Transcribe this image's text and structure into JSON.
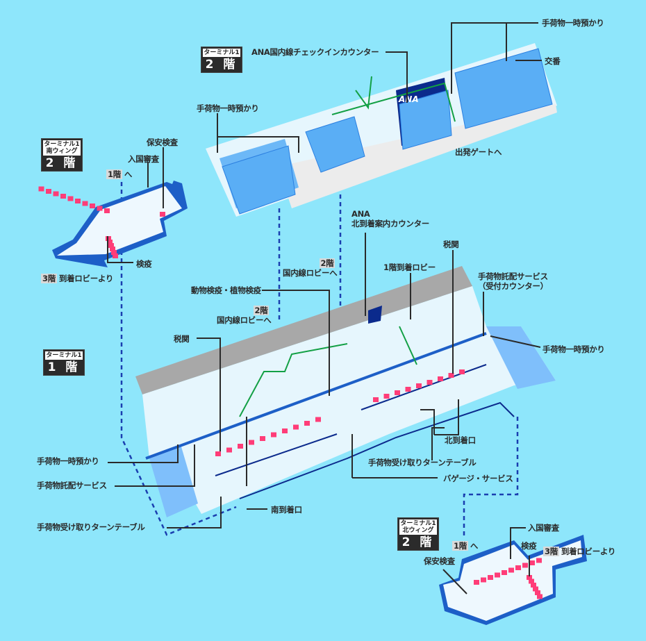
{
  "colors": {
    "background": "#8ee6fb",
    "floor": "#e6f6fd",
    "block": "#5aaef5",
    "wall": "#1d5fc7",
    "counter": "#ff3d78",
    "route": "#13a045",
    "ana": "#0b2a8c",
    "shop": "#f5c518"
  },
  "badges": {
    "t1_2f": {
      "terminal": "ターミナル1",
      "floor": "2 階"
    },
    "south_2f": {
      "terminal": "ターミナル1",
      "wing": "南ウィング",
      "floor": "2 階"
    },
    "t1_1f": {
      "terminal": "ターミナル1",
      "floor": "1 階"
    },
    "north_2f": {
      "terminal": "ターミナル1",
      "wing": "北ウィング",
      "floor": "2 階"
    }
  },
  "labels": {
    "baggage_storage_top": "手荷物一時預かり",
    "ana_checkin": "ANA国内線チェックインカウンター",
    "police_box": "交番",
    "baggage_storage_2f_left": "手荷物一時預かり",
    "to_departure_gate": "出発ゲートへ",
    "south_security": "保安検査",
    "south_immigration": "入国審査",
    "south_to_1f_floor": "1階",
    "south_to_1f": "へ",
    "south_quarantine": "検疫",
    "south_from_3f_floor": "3階",
    "south_from_3f": "到着ロビーより",
    "ana_north_line1": "ANA",
    "ana_north_line2": "北到着案内カウンター",
    "customs_north": "税関",
    "to_2f_a_floor": "2階",
    "to_2f_a": "国内線ロビーへ",
    "arrival_lobby_1f": "1階到着ロビー",
    "delivery_service_line1": "手荷物託配サービス",
    "delivery_service_line2": "（受付カウンター）",
    "animal_plant_quarantine": "動物検疫・植物検疫",
    "to_2f_b_floor": "2階",
    "to_2f_b": "国内線ロビーへ",
    "baggage_storage_1f_right": "手荷物一時預かり",
    "customs_south": "税関",
    "north_exit": "北到着口",
    "baggage_storage_1f_left": "手荷物一時預かり",
    "turntable_north": "手荷物受け取りターンテーブル",
    "delivery_service_1f": "手荷物託配サービス",
    "baggage_service": "バゲージ・サービス",
    "south_exit": "南到着口",
    "turntable_south": "手荷物受け取りターンテーブル",
    "north_immigration": "入国審査",
    "north_to_1f_floor": "1階",
    "north_to_1f": "へ",
    "north_quarantine": "検疫",
    "north_from_3f_floor": "3階",
    "north_from_3f": "到着ロビーより",
    "north_security": "保安検査"
  },
  "logos": {
    "ana": "ANA"
  }
}
